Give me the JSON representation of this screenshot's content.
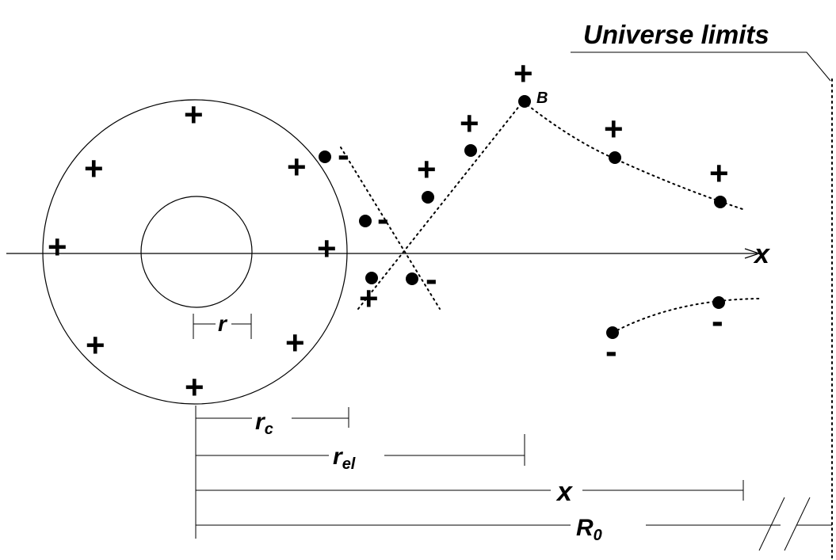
{
  "labels": {
    "universe_limits": "Universe limits",
    "axis_x": "x",
    "point_b": "B",
    "dim_r": "r",
    "dim_rc": "r",
    "dim_rc_sub": "c",
    "dim_rel": "r",
    "dim_rel_sub": "el",
    "dim_x": "x",
    "dim_r0": "R",
    "dim_r0_sub": "0"
  },
  "signs": {
    "plus": "+",
    "minus": "-"
  },
  "colors": {
    "ink": "#000000",
    "background": "#ffffff"
  }
}
